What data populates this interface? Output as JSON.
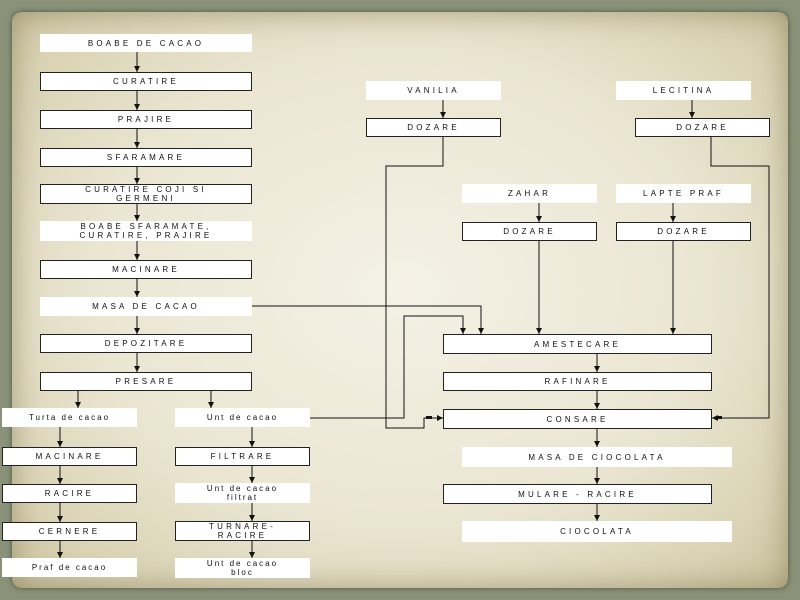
{
  "nodes": {
    "boabe_de_cacao": "BOABE DE CACAO",
    "curatire": "CURATIRE",
    "prajire": "PRAJIRE",
    "sfaramare": "SFARAMARE",
    "curatire_coji": "CURATIRE COJI SI\nGERMENI",
    "boabe_sfaramate": "BOABE SFARAMATE,\nCURATIRE, PRAJIRE",
    "macinare": "MACINARE",
    "masa_de_cacao": "MASA DE CACAO",
    "depozitare": "DEPOZITARE",
    "presare": "PRESARE",
    "turta_de_cacao": "Turta de cacao",
    "unt_de_cacao": "Unt de cacao",
    "macinare_2": "MACINARE",
    "racire": "RACIRE",
    "cernere": "CERNERE",
    "praf_de_cacao": "Praf de cacao",
    "filtrare": "FILTRARE",
    "unt_filtrat": "Unt de cacao\nfiltrat",
    "turnare_racire": "TURNARE-\nRACIRE",
    "unt_bloc": "Unt de cacao\nbloc",
    "vanilia": "VANILIA",
    "dozare_vanilia": "DOZARE",
    "lecitina": "LECITINA",
    "dozare_lecitina": "DOZARE",
    "zahar": "ZAHAR",
    "dozare_zahar": "DOZARE",
    "lapte_praf": "LAPTE PRAF",
    "dozare_lapte": "DOZARE",
    "amestecare": "AMESTECARE",
    "rafinare": "RAFINARE",
    "consare": "CONSARE",
    "masa_de_ciocolata": "MASA DE CIOCOLATA",
    "mulare_racire": "MULARE - RACIRE",
    "ciocolata": "CIOCOLATA"
  }
}
